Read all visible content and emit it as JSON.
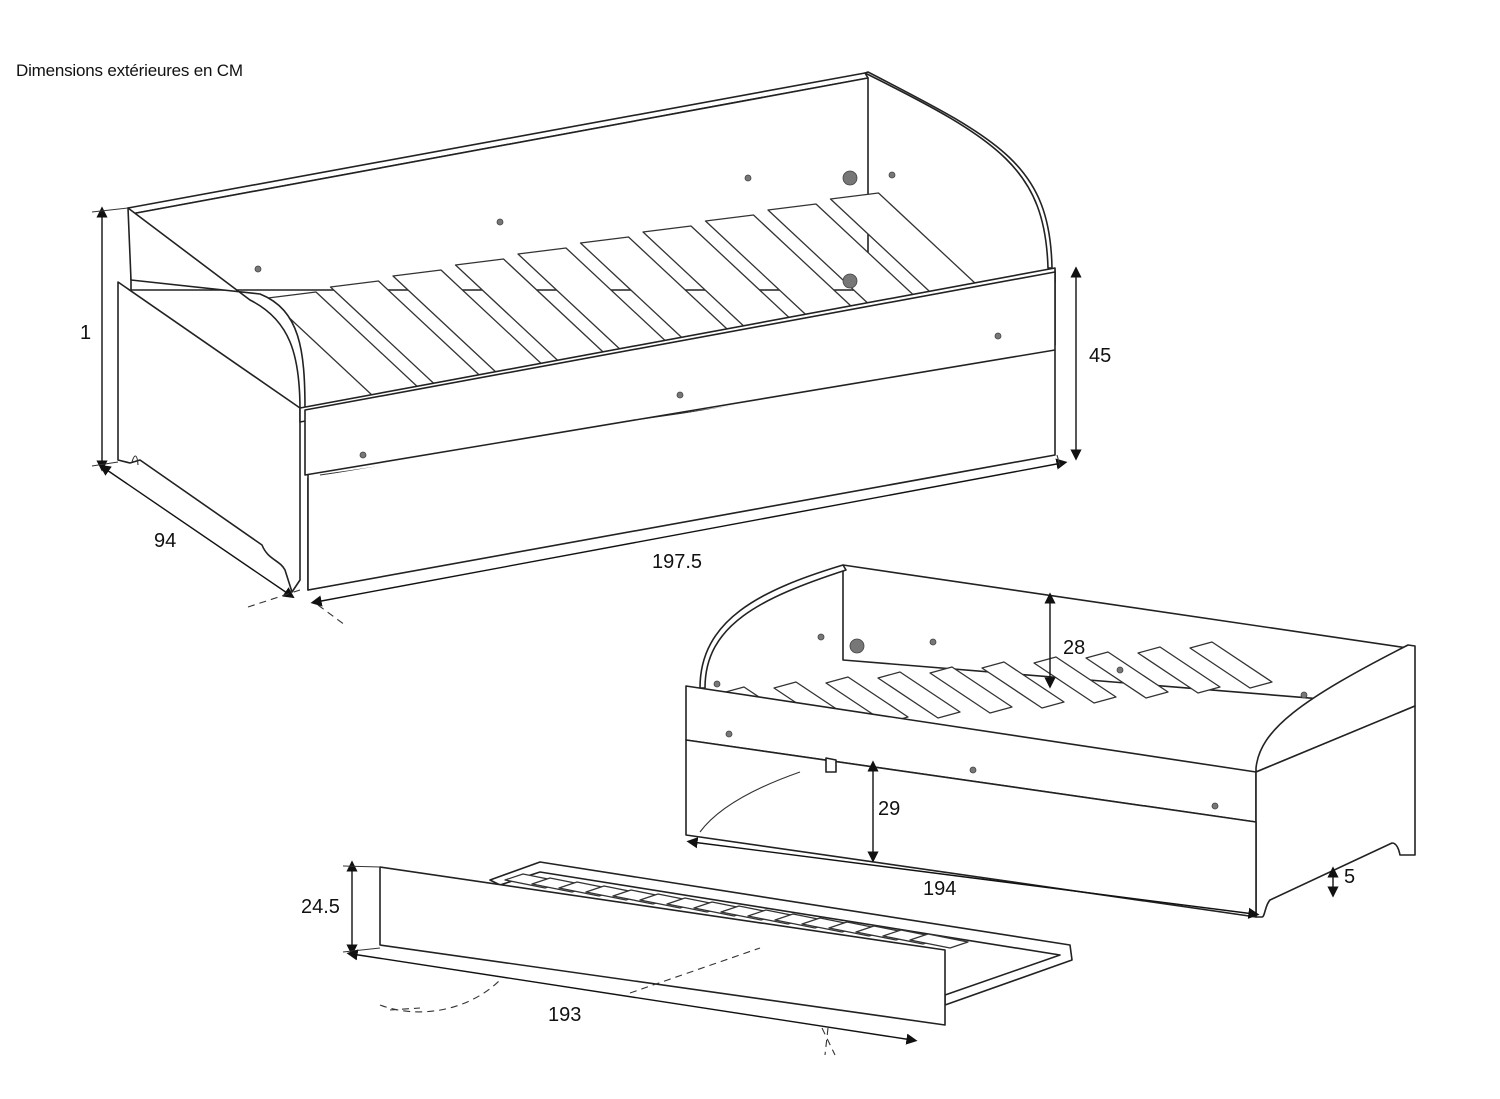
{
  "title": "Dimensions extérieures en CM",
  "dimensions": {
    "top_height_partial": "1",
    "top_depth": "94",
    "top_length": "197.5",
    "top_side_height": "45",
    "middle_rail_height": "28",
    "middle_under_clearance": "29",
    "middle_length": "194",
    "middle_foot_height": "5",
    "trundle_height": "24.5",
    "trundle_length": "193"
  }
}
